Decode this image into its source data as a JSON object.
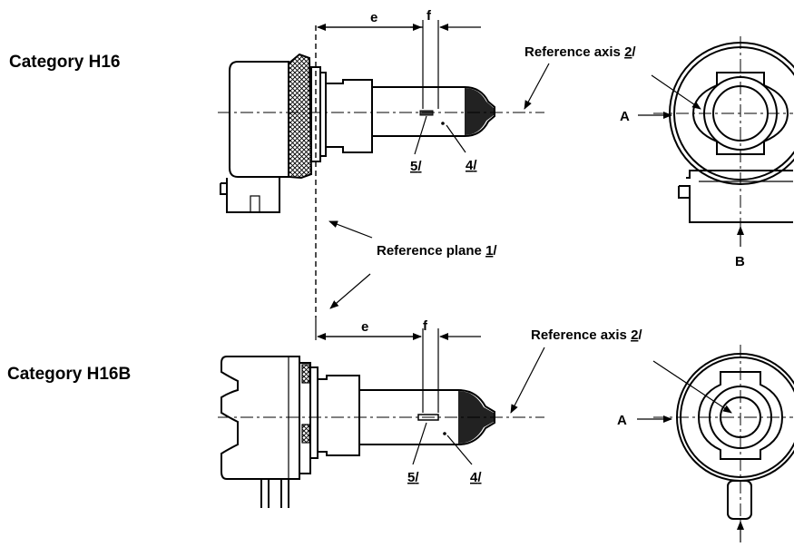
{
  "labels": {
    "category_h16": "Category H16",
    "category_h16b": "Category H16B",
    "ref_axis_top": "Reference axis",
    "ref_axis_top_num": "2",
    "ref_axis_bottom": "Reference axis",
    "ref_axis_bottom_num": "2",
    "ref_plane": "Reference plane",
    "ref_plane_num": "1",
    "slash": "/",
    "dim_e_top": "e",
    "dim_f_top": "f",
    "dim_e_bottom": "e",
    "dim_f_bottom": "f",
    "callout_5_top": "5",
    "callout_4_top": "4",
    "callout_5_bottom": "5",
    "callout_4_bottom": "4",
    "view_a_top": "A",
    "view_b_top": "B",
    "view_a_bottom": "A"
  }
}
